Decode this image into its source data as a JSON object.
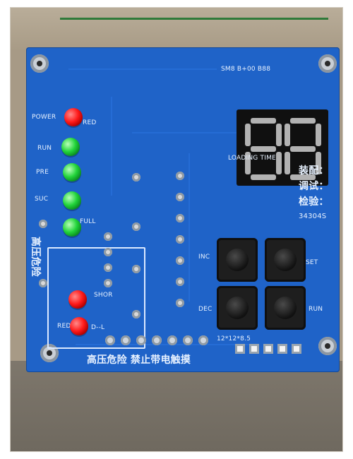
{
  "board": {
    "led_labels": {
      "power": "POWER",
      "run": "RUN",
      "pre": "PRE",
      "suc": "SUC",
      "full": "FULL",
      "shor": "SHOR",
      "red_top": "RED",
      "red_bottom": "RED",
      "dl": "D--L"
    },
    "display": {
      "top_label": "SM8 B+00 B88",
      "digits": [
        "8",
        "8"
      ],
      "loading_label": "LOADING TIME"
    },
    "warning_box_text": "高压危险",
    "right_labels": {
      "assembly": "装配：",
      "debug": "调试：",
      "inspect": "检验：",
      "serial": "34304S"
    },
    "button_labels": {
      "inc": "INC",
      "dec": "DEC",
      "set": "SET",
      "run": "RUN",
      "size": "12*12*8.5"
    },
    "bottom_warning": "高压危险 禁止带电触摸"
  },
  "colors": {
    "board_blue": "#1f63c8",
    "led_red": "#ff1a1a",
    "led_green": "#22d43a",
    "silkscreen": "#e8f2ff"
  }
}
